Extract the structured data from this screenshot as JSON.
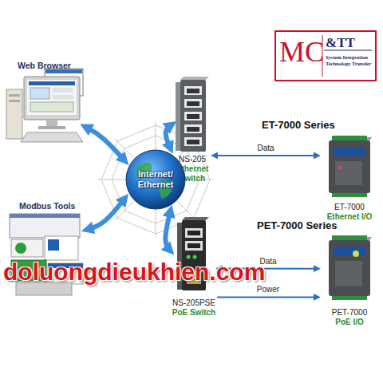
{
  "diagram": {
    "nodes": [
      {
        "text": [
          "MC",
          "&TT",
          "System Integration Technology Transfer"
        ]
      },
      {
        "text": [
          "Web Browser"
        ]
      },
      {
        "text": [
          "NS-205",
          "Ethernet Switch"
        ]
      },
      {
        "text": [
          "ET-7000",
          "Ethernet I/O"
        ]
      },
      {
        "text": [
          "Internet/ Ethernet"
        ]
      },
      {
        "text": [
          "Modbus Tools"
        ]
      },
      {
        "text": [
          "NS-205PSE",
          "PoE Switch"
        ]
      },
      {
        "text": [
          "PET-7000",
          "PoE I/O"
        ]
      }
    ],
    "edges": [
      {
        "from": 4,
        "to": 1,
        "arrow": "both"
      },
      {
        "from": 4,
        "to": 5,
        "arrow": "both"
      },
      {
        "from": 4,
        "to": 2,
        "arrow": "both"
      },
      {
        "from": 4,
        "to": 6,
        "arrow": "both"
      },
      {
        "from": 2,
        "to": 3,
        "label": "Data",
        "arrow": "both"
      },
      {
        "from": 6,
        "to": 7,
        "label": "Data",
        "arrow": "both"
      },
      {
        "from": 6,
        "to": 7,
        "label": "Power",
        "arrow": "to"
      }
    ],
    "labels": [
      "ET-7000 Series",
      "PET-7000 Series",
      "doluongdieukhien.com"
    ]
  }
}
